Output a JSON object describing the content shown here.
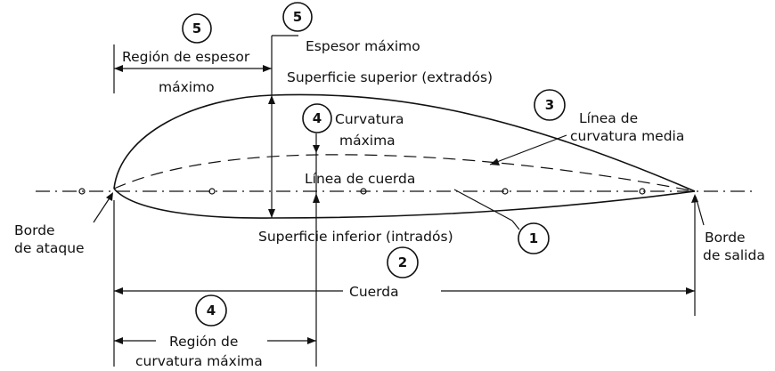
{
  "labels": {
    "region_espesor_line1": "Región de espesor",
    "region_espesor_line2": "máximo",
    "espesor_maximo": "Espesor máximo",
    "superficie_superior": "Superficie superior (extradós)",
    "curvatura_maxima_line1": "Curvatura",
    "curvatura_maxima_line2": "máxima",
    "linea_curvatura_media_line1": "Línea de",
    "linea_curvatura_media_line2": "curvatura media",
    "linea_de_cuerda": "Línea de cuerda",
    "borde_ataque_line1": "Borde",
    "borde_ataque_line2": "de ataque",
    "superficie_inferior": "Superficie inferior (intradós)",
    "borde_salida_line1": "Borde",
    "borde_salida_line2": "de salida",
    "cuerda": "Cuerda",
    "region_curvatura_line1": "Región de",
    "region_curvatura_line2": "curvatura máxima"
  },
  "callouts": {
    "n1": "1",
    "n2": "2",
    "n3": "3",
    "n4_top": "4",
    "n4_bottom": "4",
    "n5_left": "5",
    "n5_right": "5"
  },
  "colors": {
    "ink": "#111111",
    "background": "#ffffff"
  }
}
